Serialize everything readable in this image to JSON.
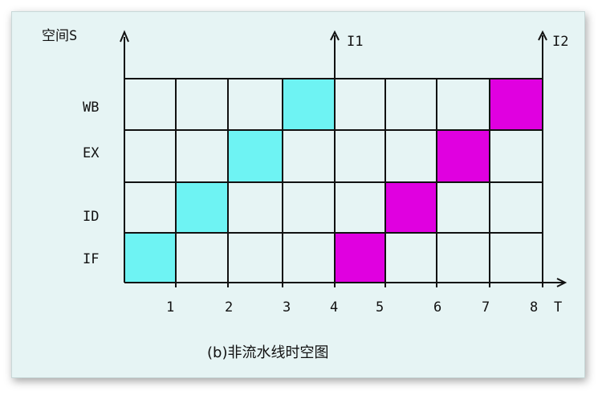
{
  "diagram": {
    "y_axis_label": "空间S",
    "x_axis_label": "T",
    "caption": "(b)非流水线时空图",
    "markers": [
      {
        "label": "I1",
        "at": 4
      },
      {
        "label": "I2",
        "at": 8
      }
    ],
    "stages": [
      "IF",
      "ID",
      "EX",
      "WB"
    ],
    "time_ticks": [
      "1",
      "2",
      "3",
      "4",
      "5",
      "6",
      "7",
      "8"
    ],
    "colors": {
      "instruction1": "#6ef3f3",
      "instruction2": "#e000e0",
      "background": "#e6f4f4",
      "grid": "#111111"
    },
    "cells": [
      {
        "instruction": 1,
        "stage": "IF",
        "time": 1
      },
      {
        "instruction": 1,
        "stage": "ID",
        "time": 2
      },
      {
        "instruction": 1,
        "stage": "EX",
        "time": 3
      },
      {
        "instruction": 1,
        "stage": "WB",
        "time": 4
      },
      {
        "instruction": 2,
        "stage": "IF",
        "time": 5
      },
      {
        "instruction": 2,
        "stage": "ID",
        "time": 6
      },
      {
        "instruction": 2,
        "stage": "EX",
        "time": 7
      },
      {
        "instruction": 2,
        "stage": "WB",
        "time": 8
      }
    ]
  }
}
